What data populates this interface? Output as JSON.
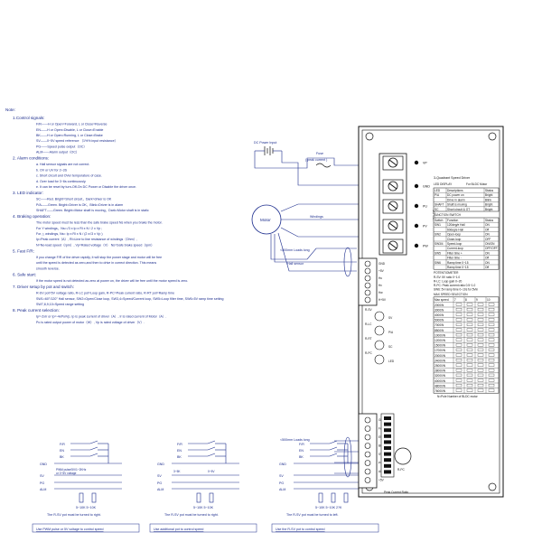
{
  "notes": {
    "heading": "Note:",
    "items": [
      {
        "id": "n1",
        "title": "1.Control signals:",
        "lines": [
          "F/R——H or Open=Forward, L or Close=Reverse",
          "EN——H or Open=Disable, L or Close=Enable",
          "BK——H or Open=Running, L or Close=Brake",
          "SV——0~5V speed reference （1%% input resistance）",
          "PG——Speed pulse output（OC）",
          "ALM——Alarm output（OC）"
        ]
      },
      {
        "id": "n2",
        "title": "2. Alarm conditions:",
        "lines": [
          "a. Hall sensor signals are not correct.",
          "b. OV or UV for 2~3S",
          "c. Short circuit and OVer temporature of case.",
          "d. Over load for 3~6s continuously.",
          "e. It can be reset by turn-Off-On DC Power or Disable the driver once."
        ]
      },
      {
        "id": "n3",
        "title": "3. LED indicator:",
        "lines": [
          "SC——Red.   Bright=Short circuit，Dark=driver is OK",
          "P/A——Green.  Bright=Driver is OK，Blink=Driver is in alarm",
          "SHAFT——Green.   Bright=Motor shaft is moving，Dark=Motor shaft is in static"
        ]
      },
      {
        "id": "n4",
        "title": "4. Braking operation:",
        "lines": [
          "The motor speed must be less than the safe brake speed Ns when you brake the motor.",
          "For Y windings，Ns=√3 x Ip x Rl x N / 2 x Vp ;",
          "For △ windings, Ns= Ip x Rl x N / (2 x√3 x Vp )",
          "Ip=Peak current（A）, Rl=Line to line resistance of windings（Ohm）,",
          "N=No-load speed（rpm）, Vp=Rated voltage（V）  Ns=Safe brake speed（rpm）"
        ]
      },
      {
        "id": "n5",
        "title": "5. Fast F/R:",
        "lines": [
          "If you change F/R of the driver rapidly, it will stop the power stage and motor will be free",
          "until the speed is detected as zero,and then to drive in correct direction. This means",
          "smooth reverse."
        ]
      },
      {
        "id": "n6",
        "title": "6. Safe start:",
        "lines": [
          "If the motor speed is not detected as zero at power on, the driver will be free until the motor speed is zero."
        ]
      },
      {
        "id": "n7",
        "title": "7. Driver setup by pot and switch:",
        "lines": [
          "R-SV pot=5V voltage ratio, R-LC pot=Loop gain,  R-PC=Peak current ratio,  R-RT pot=Ramp time",
          "SW1=60°/120° Hall sensor,  SW2=Open/Close loop,  SW3,4=Speed/Current loop,  SW5=Loop filter time, SW6=5V ramp time setting",
          "SW7,8,9,10=Speed range setting"
        ]
      },
      {
        "id": "n8",
        "title": "8. Peak current selection:",
        "lines": [
          "Ip=-2xIr or Ip=-4xPo/Vp, Ip is peak current of driver（A）, Ir is rated current of Motor（A）.",
          "Po is rated output power of motor（W）, Vp is rated voltage of driver（V）."
        ]
      }
    ]
  },
  "wiring": {
    "dc_power_input": "DC Power Input",
    "fuse": "Fuse",
    "peak_current": "( peak current )",
    "motor": "Motor",
    "windings": "Windings",
    "loads_long_1": "<500mm Loads long",
    "hall_sensor": "Hall sensor",
    "loads_long_2": "<500mm Loads long"
  },
  "examples": [
    {
      "id": "ex1",
      "pwm_note": "PWM pulse/5V/1~2KHz\nor 0~5V voltage",
      "resistors": "5~10K   5~10K",
      "footer": "The R-SV pot must be turned to right.",
      "link": "Use PWM pulse or 5V voltage to control speed"
    },
    {
      "id": "ex2",
      "pot_label": "3~5K",
      "range_label": "0~5V",
      "resistors": "5~10K  5~10K",
      "footer": "The R-SV pot must be turned to right.",
      "link": "Use additional  pot to control speed"
    },
    {
      "id": "ex3",
      "resistors": "5~10K 5~10K 2?K",
      "footer": "The R-SV pot must be turned to left.",
      "link": "Use the R-SV pot to control speed"
    }
  ],
  "signal_labels": {
    "fr": "F/R",
    "en": "EN",
    "bk": "BK",
    "gnd": "GND",
    "sv": "SV",
    "pg": "PG",
    "alm": "ALM",
    "plus5v": "+5V"
  },
  "driver": {
    "power_terminals": [
      "VP",
      "GND",
      "PU",
      "PV",
      "PW"
    ],
    "side_label": "MOTOR",
    "title": "3-Quadrant Speed Driver",
    "led_header": "LED DISPLAY",
    "led_header_right": "For BLDC Motor",
    "led_columns": [
      "LED",
      "Descriptions",
      "Status"
    ],
    "led_rows": [
      [
        "P/A",
        "DC power on",
        "Bright"
      ],
      [
        "",
        "Drive in alarm",
        "Blink"
      ],
      [
        "SHAFT",
        "Shaft is moving",
        "Bright"
      ],
      [
        "SC",
        "Short circuit & OT",
        "Bright"
      ]
    ],
    "func_header": "FUNCTION SWITCH",
    "func_columns": [
      "Switch",
      "Function",
      "Status"
    ],
    "func_rows": [
      [
        "SW1",
        "120deg/e Hall",
        "ON"
      ],
      [
        "",
        "60deg/e Hall",
        "Off"
      ],
      [
        "SW2",
        "Open-loop",
        "ON"
      ],
      [
        "",
        "Close-loop",
        "OFF"
      ],
      [
        "SW3/4",
        "Speed-loop",
        "ON/ON"
      ],
      [
        "",
        "Current-loop",
        "OFF/OFF"
      ],
      [
        "SW5",
        "Filter time +",
        "ON"
      ],
      [
        "",
        "Filter time -",
        "Off"
      ],
      [
        "SW6",
        "Ramp time 0~15",
        "ON"
      ],
      [
        "",
        "Ramp time 0~15",
        "Off"
      ]
    ],
    "pot_header": "POTENTIOMETER",
    "pot_lines": [
      "R-SV: 5V ratio 0~1.0",
      "R-LC: Loop gain 0~20",
      "R-PC: Peak current ratio 0.5~1.0",
      "SW6: 5V ramp time  0~10s for 5Vin"
    ],
    "speed_header": "MAX SPEED SELECTION",
    "speed_columns": [
      "Max speed",
      "7",
      "8",
      "9",
      "10"
    ],
    "speed_rows": [
      "2000/N",
      "3000/N",
      "4000/N",
      "5000/N",
      "7000/N",
      "8500/N",
      "10000/N",
      "12000/N",
      "15000/N",
      "17000/N",
      "20000/N",
      "24000/N",
      "25000/N",
      "28000/N",
      "32000/N",
      "40000/N",
      "48000/N",
      "76000/N"
    ],
    "speed_footer": "N=Pole Number of BLDC motor",
    "signal_terminals": [
      "GND",
      "+5V",
      "Hu",
      "Hv",
      "Hw",
      "H+5V"
    ],
    "control_terminals": [
      "GND",
      "F/R",
      "EN",
      "BK",
      "SV",
      "PG",
      "ALM",
      "+5V"
    ],
    "bottom_pot_label": "R-PC",
    "bottom_note": "Peak Current Ratio",
    "side_labels": [
      "R-SV",
      "R-LC",
      "R-RT",
      "R-PC"
    ],
    "side_badges": [
      "SV",
      "P/A",
      "SC",
      "LED"
    ]
  }
}
